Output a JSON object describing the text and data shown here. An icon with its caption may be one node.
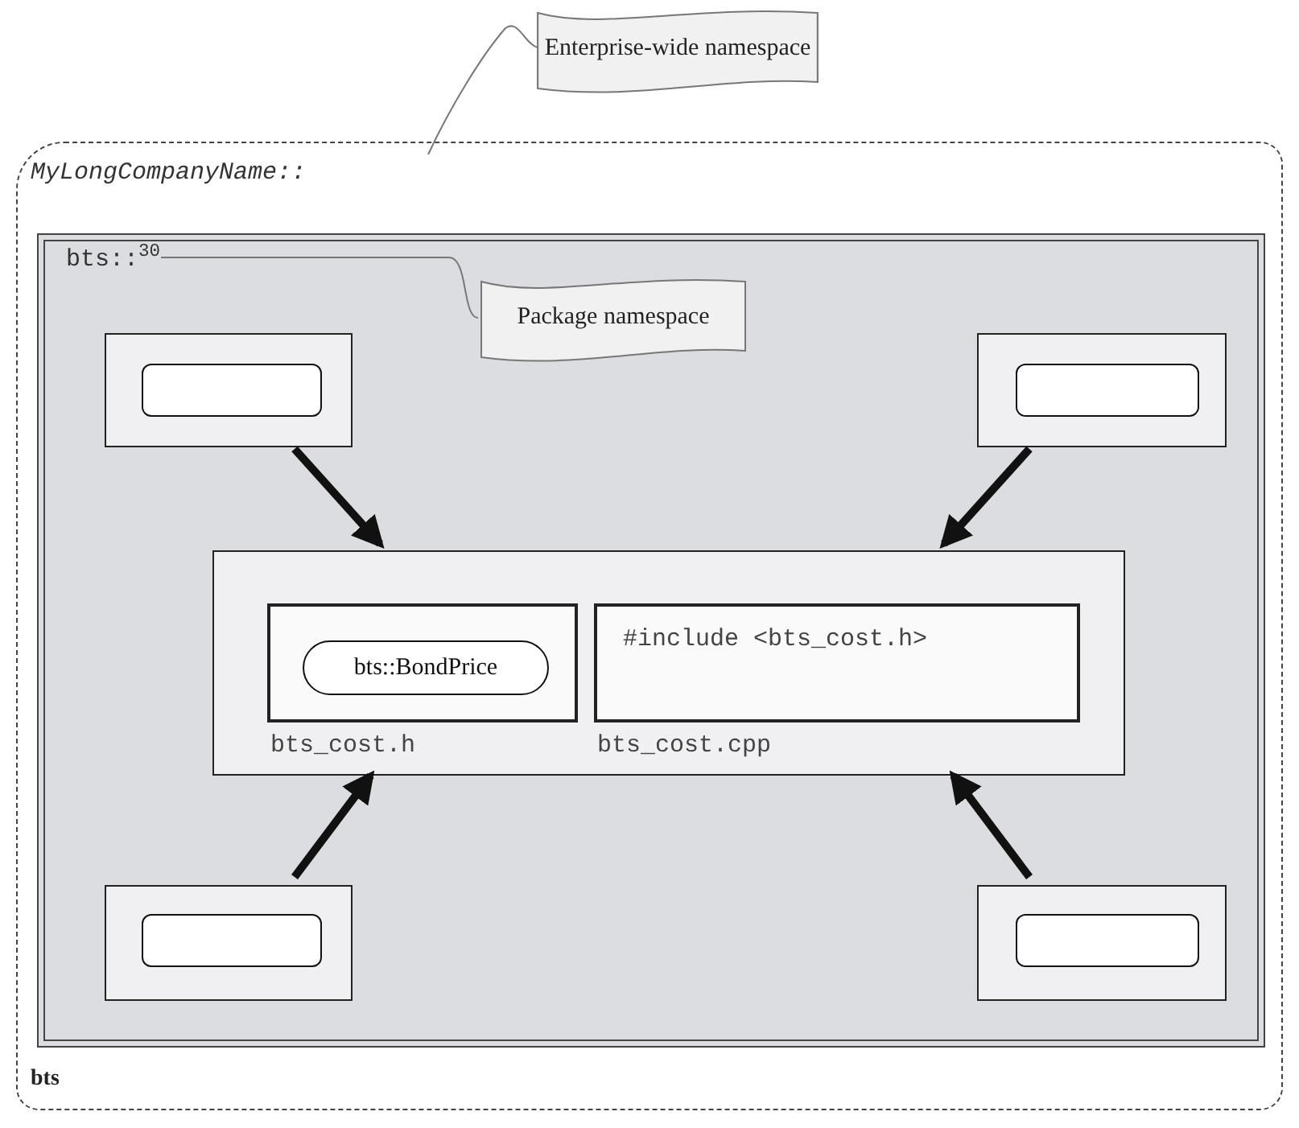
{
  "diagram": {
    "nodes": [
      {
        "text": [
          "MyLongCompanyName::",
          "bts"
        ]
      },
      {
        "text": [
          "bts::$^{30}$"
        ],
        "in": 0
      },
      {
        "text": [],
        "shape": "box",
        "in": 1
      },
      {
        "text": [],
        "shape": "box",
        "in": 2
      },
      {
        "text": [],
        "shape": "box",
        "in": 1
      },
      {
        "text": [],
        "shape": "box",
        "in": 4
      },
      {
        "text": [],
        "shape": "box",
        "in": 1
      },
      {
        "text": [],
        "shape": "box",
        "in": 6,
        "beside": [
          "bts_cost.h"
        ]
      },
      {
        "text": [
          "bts::BondPrice"
        ],
        "in": 7
      },
      {
        "text": [
          "#include <bts_cost.h>"
        ],
        "in": 6,
        "beside": [
          "bts_cost.cpp"
        ]
      },
      {
        "text": [],
        "shape": "box",
        "in": 1
      },
      {
        "text": [],
        "shape": "box",
        "in": 10
      },
      {
        "text": [],
        "shape": "box",
        "in": 1
      },
      {
        "text": [],
        "shape": "box",
        "in": 12
      },
      {
        "text": [
          "Enterprise-wide namespace"
        ]
      },
      {
        "text": [
          "Package namespace"
        ],
        "in": 1
      }
    ],
    "edges": [
      {
        "from": 2,
        "to": 6,
        "arrow": "to"
      },
      {
        "from": 4,
        "to": 6,
        "arrow": "to"
      },
      {
        "from": 10,
        "to": 6,
        "arrow": "to"
      },
      {
        "from": 12,
        "to": 6,
        "arrow": "to"
      },
      {
        "from": 14,
        "to": 0,
        "arrow": "none",
        "color": "#777777"
      },
      {
        "from": 15,
        "to": 1,
        "arrow": "none",
        "color": "#777777"
      }
    ]
  }
}
